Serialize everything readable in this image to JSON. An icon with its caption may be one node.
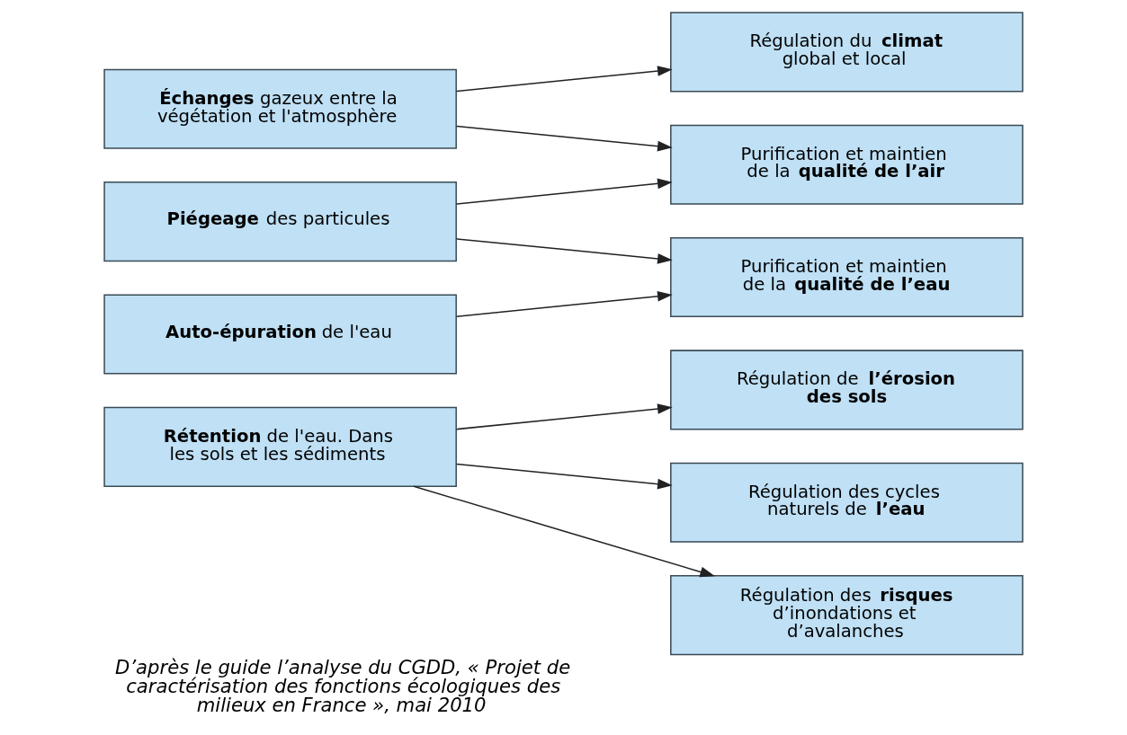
{
  "diagram": {
    "caption": "D’après le guide l’analyse du CGDD, « Projet de caractérisation des fonctions écologiques des milieux en France », mai 2010",
    "nodes": [
      {
        "text": [
          "**Échanges** gazeux entre la végétation et l'atmosphère"
        ]
      },
      {
        "text": [
          "**Piégeage** des particules"
        ]
      },
      {
        "text": [
          "**Auto-épuration** de l'eau"
        ]
      },
      {
        "text": [
          "**Rétention** de l'eau. Dans les sols et les sédiments"
        ]
      },
      {
        "text": [
          "Régulation du **climat** global et local"
        ]
      },
      {
        "text": [
          "Purification et maintien de la **qualité de l’air**"
        ]
      },
      {
        "text": [
          "Purification et maintien de la **qualité de l’eau**"
        ]
      },
      {
        "text": [
          "Régulation de **l’érosion des sols**"
        ]
      },
      {
        "text": [
          "Régulation des cycles naturels de **l’eau**"
        ]
      },
      {
        "text": [
          "Régulation des **risques** d’inondations et d’avalanches"
        ]
      }
    ],
    "edges": [
      {
        "from": 0,
        "to": 4,
        "arrow": "to"
      },
      {
        "from": 0,
        "to": 5,
        "arrow": "to"
      },
      {
        "from": 1,
        "to": 5,
        "arrow": "to"
      },
      {
        "from": 1,
        "to": 6,
        "arrow": "to"
      },
      {
        "from": 2,
        "to": 6,
        "arrow": "to"
      },
      {
        "from": 3,
        "to": 7,
        "arrow": "to"
      },
      {
        "from": 3,
        "to": 8,
        "arrow": "to"
      },
      {
        "from": 3,
        "to": 9,
        "arrow": "to"
      }
    ]
  }
}
